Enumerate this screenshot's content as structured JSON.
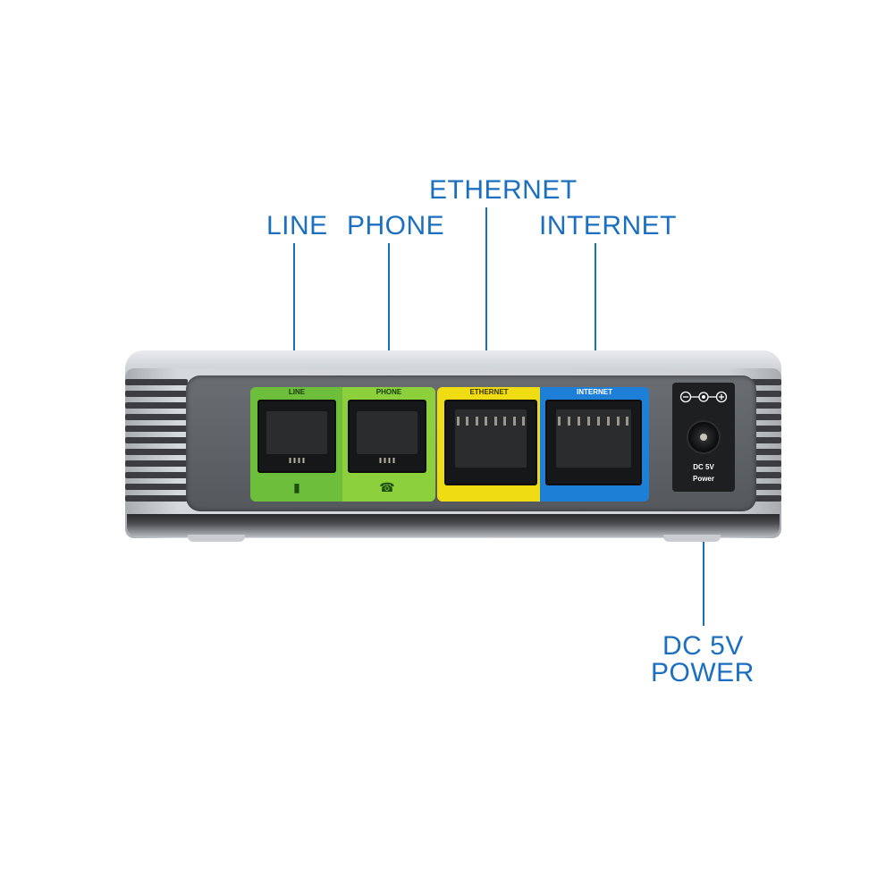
{
  "callouts": {
    "line": "LINE",
    "phone": "PHONE",
    "ethernet": "ETHERNET",
    "internet": "INTERNET",
    "dc_power_line1": "DC 5V",
    "dc_power_line2": "POWER"
  },
  "device": {
    "ports": {
      "line_label": "LINE",
      "phone_label": "PHONE",
      "ethernet_label": "ETHERNET",
      "internet_label": "INTERNET"
    },
    "power": {
      "rating": "DC 5V",
      "label": "Power"
    },
    "icons": {
      "line_icon": "handset-base-icon",
      "phone_icon": "telephone-icon",
      "polarity_icon": "dc-polarity-icon"
    }
  },
  "colors": {
    "callout_text": "#1b6fc0",
    "line_green": "#6dbf3b",
    "phone_green": "#8cd13c",
    "ethernet_yellow": "#f0dc12",
    "internet_blue": "#1e7fd6",
    "panel_gray": "#5f6266",
    "housing_silver": "#cfd2d6"
  }
}
